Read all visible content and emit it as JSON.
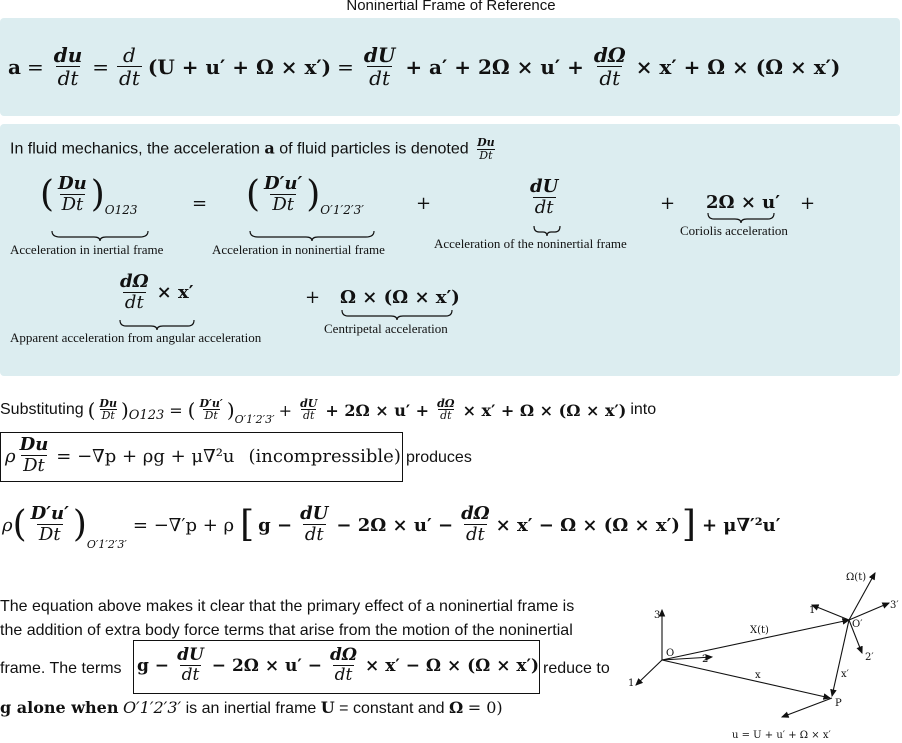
{
  "title": "Noninertial Frame of Reference",
  "eq1": {
    "lhs": "a",
    "frac1": {
      "num": "du",
      "den": "dt"
    },
    "frac2": {
      "num": "d",
      "den": "dt"
    },
    "paren": "(U + u′ + Ω × x′)",
    "frac3": {
      "num": "dU",
      "den": "dt"
    },
    "mid": "+ a′ + 2Ω × u′ +",
    "frac4": {
      "num": "dΩ",
      "den": "dt"
    },
    "tail": "× x′ + Ω × (Ω × x′)"
  },
  "panel2": {
    "intro": "In fluid mechanics, the acceleration",
    "intro_sym": "a",
    "intro2": "of fluid particles is denoted",
    "intro_frac": {
      "num": "Du",
      "den": "Dt"
    },
    "term1": {
      "num": "Du",
      "den": "Dt",
      "sub": "O123",
      "caption": "Acceleration in inertial frame"
    },
    "term2": {
      "num": "D′u′",
      "den": "Dt",
      "sub": "O′1′2′3′",
      "caption": "Acceleration in noninertial frame"
    },
    "term3": {
      "num": "dU",
      "den": "dt",
      "caption": "Acceleration of the noninertial frame"
    },
    "term4": {
      "expr": "2Ω × u′",
      "caption": "Coriolis acceleration"
    },
    "term5": {
      "num": "dΩ",
      "den": "dt",
      "tail": "× x′",
      "caption": "Apparent acceleration from angular acceleration"
    },
    "term6": {
      "expr": "Ω × (Ω × x′)",
      "caption": "Centripetal acceleration"
    },
    "eq": "=",
    "plus": "+"
  },
  "substituting": {
    "label": "Substituting",
    "lhs_frac": {
      "num": "Du",
      "den": "Dt"
    },
    "lhs_sub": "O123",
    "rhs_frac": {
      "num": "D′u′",
      "den": "Dt"
    },
    "rhs_sub": "O′1′2′3′",
    "frac_a": {
      "num": "dU",
      "den": "dt"
    },
    "mid": "+ 2Ω × u′ +",
    "frac_b": {
      "num": "dΩ",
      "den": "dt"
    },
    "tail": "× x′ + Ω × (Ω × x′)",
    "into": "into"
  },
  "ns": {
    "rho": "ρ",
    "frac": {
      "num": "Du",
      "den": "Dt"
    },
    "rhs": "= −∇p + ρg + μ∇²u",
    "note": "(incompressible)",
    "produces": "produces"
  },
  "ns2": {
    "rho": "ρ",
    "frac": {
      "num": "D′u′",
      "den": "Dt"
    },
    "sub": "O′1′2′3′",
    "mid1": "= −∇′p + ρ",
    "g": "g −",
    "frac_a": {
      "num": "dU",
      "den": "dt"
    },
    "mid2": "− 2Ω × u′ −",
    "frac_b": {
      "num": "dΩ",
      "den": "dt"
    },
    "tail": "× x′ − Ω × (Ω × x′)",
    "end": "+ μ∇′²u′"
  },
  "paragraph": {
    "line1": "The equation above makes it clear that the primary effect of a noninertial frame is",
    "line2": "the addition of extra body force terms that arise from the motion of the noninertial",
    "line3a": "frame. The terms",
    "line3b": "reduce to",
    "line4a": "g alone when",
    "line4b": "O′1′2′3′",
    "line4c": "is an inertial frame",
    "line4d": "U",
    "line4e": "= constant and",
    "line4f": "Ω",
    "line4g": "= 0)"
  },
  "boxed_terms": {
    "g": "g −",
    "frac_a": {
      "num": "dU",
      "den": "dt"
    },
    "mid": "− 2Ω × u′ −",
    "frac_b": {
      "num": "dΩ",
      "den": "dt"
    },
    "tail": "× x′ − Ω × (Ω × x′)"
  },
  "diagram": {
    "labels": {
      "omega": "Ω(t)",
      "X": "X(t)",
      "x": "x",
      "x_prime": "x′",
      "O": "O",
      "O_prime": "O′",
      "P": "P",
      "one": "1",
      "two": "2",
      "three": "3",
      "one_p": "1′",
      "two_p": "2′",
      "three_p": "3′",
      "u_eq": "u = U + u′ + Ω × x′"
    }
  }
}
